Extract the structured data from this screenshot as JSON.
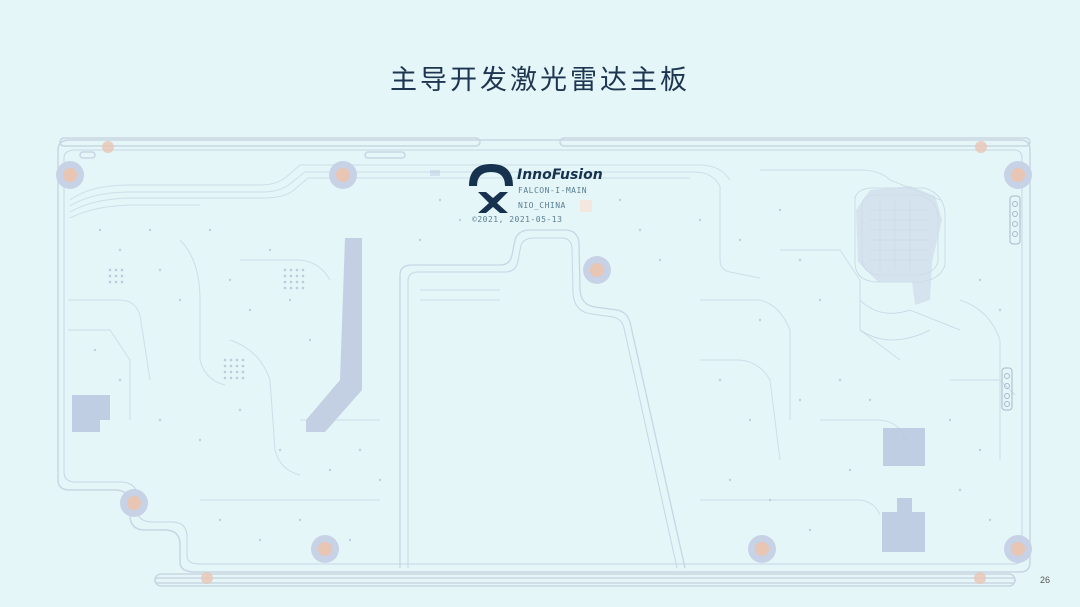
{
  "slide": {
    "title": "主导开发激光雷达主板",
    "page_number": "26"
  },
  "board": {
    "brand": "InnoFusion",
    "silkscreen": {
      "line1": "FALCON-I-MAIN",
      "line2": "NIO_CHINA",
      "line3": "©2021, 2021-05-13"
    },
    "logo_icon": "nio-logo-icon"
  },
  "colors": {
    "background": "#e4f6f7",
    "outline": "#c9d5e4",
    "trace": "#cddfe8",
    "pad": "#b6c4de",
    "hole_ring": "#c8d2e6",
    "hole_center": "#e9c5b4",
    "brand": "#16324f"
  }
}
